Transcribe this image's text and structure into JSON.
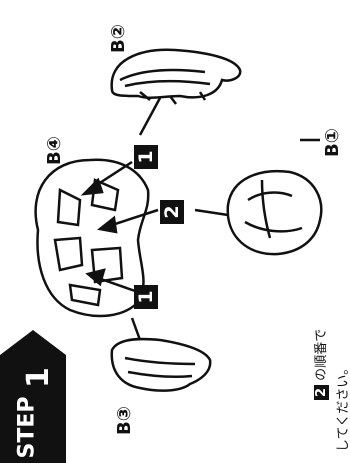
{
  "step": {
    "word": "STEP",
    "number": "1"
  },
  "parts": {
    "b1": "B①",
    "b2": "B②",
    "b3": "B③",
    "b4": "B④"
  },
  "badges": {
    "one_top": "1",
    "two": "2",
    "one_bottom": "1"
  },
  "note": {
    "line1_badge": "2",
    "line1_text": "の順番で",
    "line2_text": "してください。"
  }
}
